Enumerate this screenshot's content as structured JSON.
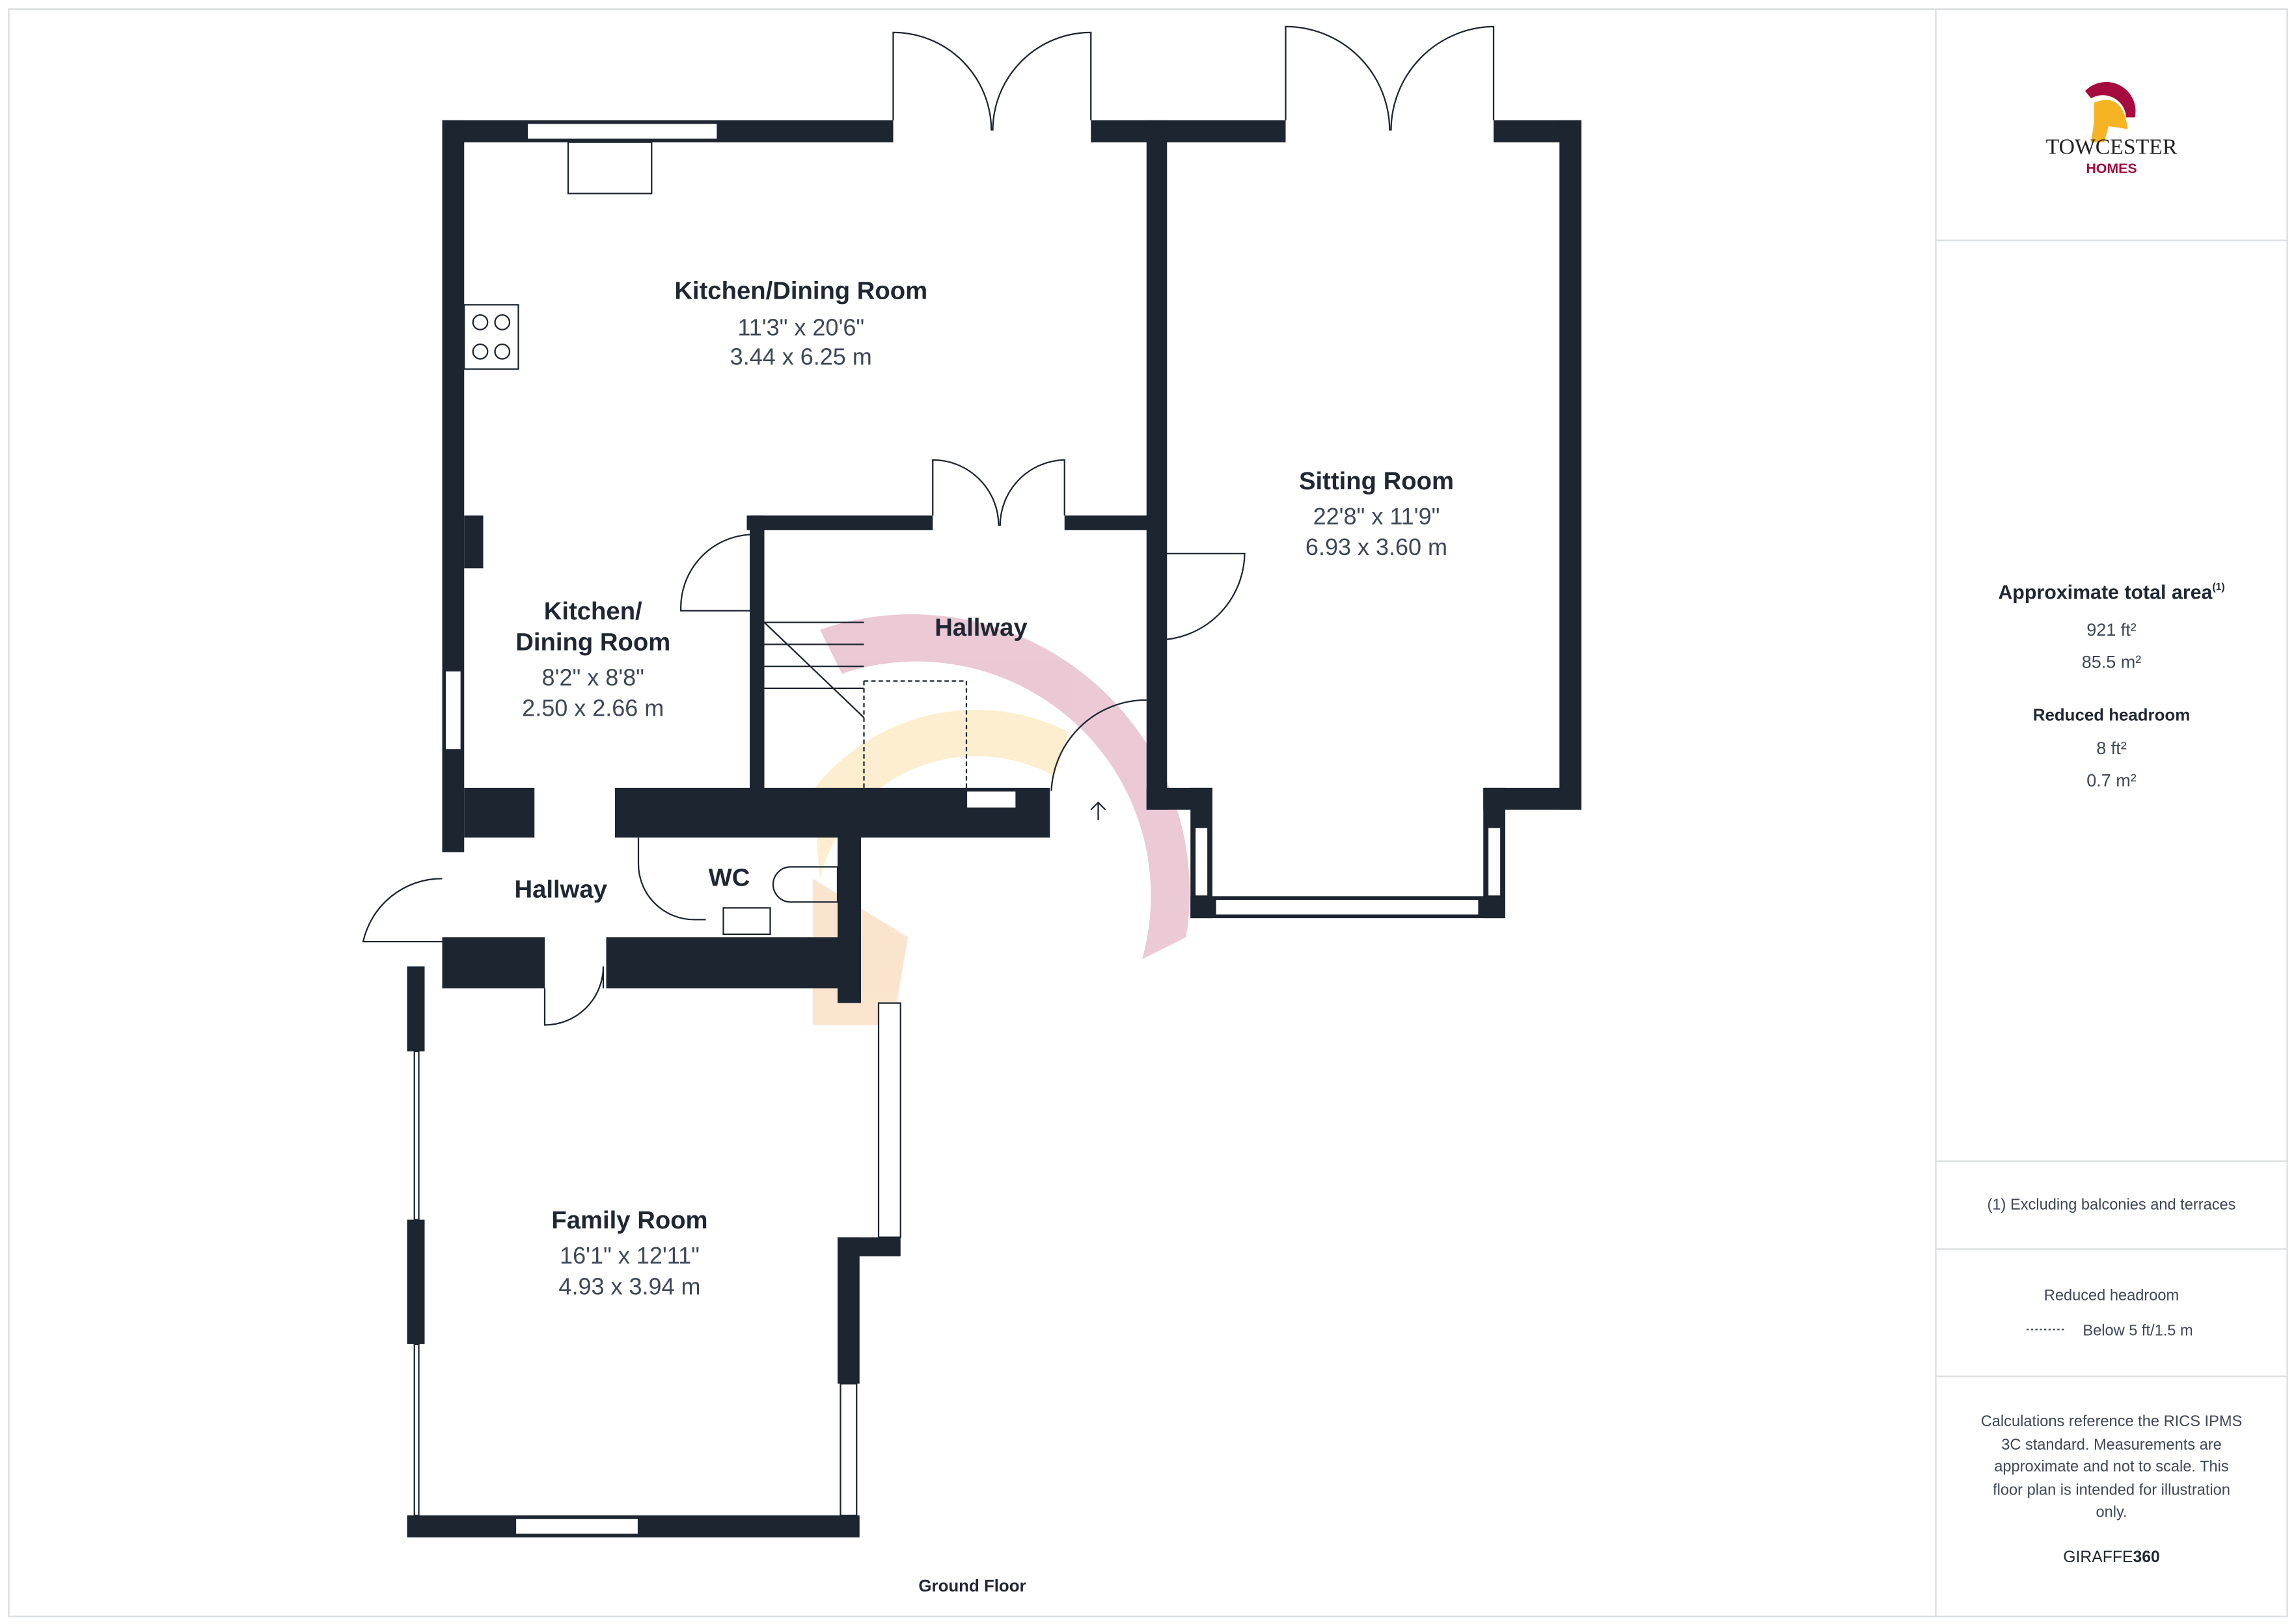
{
  "brand": {
    "name": "TOWCESTER",
    "sub": "HOMES",
    "colors": {
      "crimson": "#a50b3e",
      "gold": "#f6b324",
      "orange": "#f08a24"
    }
  },
  "floor_label": "Ground Floor",
  "rooms": {
    "kitchen_dining": {
      "name": "Kitchen/Dining Room",
      "imperial": "11'3\" x 20'6\"",
      "metric": "3.44 x 6.25 m"
    },
    "kitchen_dining_2": {
      "name1": "Kitchen/",
      "name2": "Dining Room",
      "imperial": "8'2\" x 8'8\"",
      "metric": "2.50 x 2.66 m"
    },
    "sitting": {
      "name": "Sitting Room",
      "imperial": "22'8\" x 11'9\"",
      "metric": "6.93 x 3.60 m"
    },
    "hallway_upper": {
      "name": "Hallway"
    },
    "hallway_lower": {
      "name": "Hallway"
    },
    "wc": {
      "name": "WC"
    },
    "family": {
      "name": "Family Room",
      "imperial": "16'1\" x 12'11\"",
      "metric": "4.93 x 3.94 m"
    }
  },
  "panel": {
    "area_title": "Approximate total area",
    "area_note_mark": "(1)",
    "area_ft": "921 ft²",
    "area_m": "85.5 m²",
    "headroom_title": "Reduced headroom",
    "headroom_ft": "8 ft²",
    "headroom_m": "0.7 m²",
    "footnote": "(1) Excluding balconies and terraces",
    "legend_title": "Reduced headroom",
    "legend_item": "Below 5 ft/1.5 m",
    "disclaimer": [
      "Calculations reference the RICS IPMS",
      "3C standard. Measurements are",
      "approximate and not to scale. This",
      "floor plan is intended for illustration",
      "only."
    ],
    "credit_a": "GIRAFFE",
    "credit_b": "360"
  },
  "colors": {
    "wall": "#1c2530",
    "text": "#1f2733"
  }
}
